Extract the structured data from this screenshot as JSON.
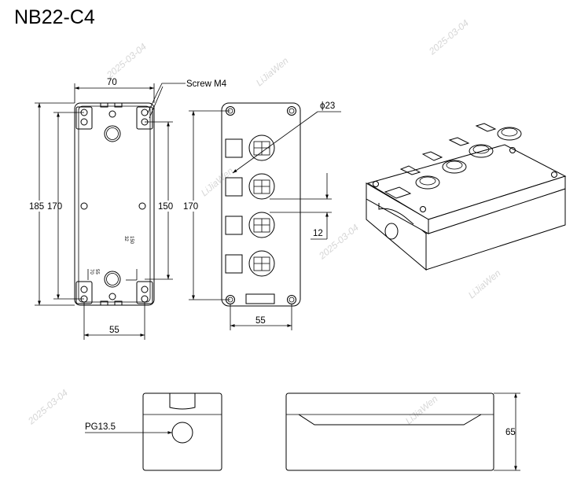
{
  "title": "NB22-C4",
  "labels": {
    "screw": "Screw M4",
    "diameter": "ϕ23",
    "pg": "PG13.5"
  },
  "dimensions": {
    "back_width": "70",
    "back_height_outer": "185",
    "back_height_inner": "170",
    "back_hole_spacing": "150",
    "back_bottom_width": "55",
    "front_height": "170",
    "front_pitch": "12",
    "front_bottom_width": "55",
    "side_height": "65"
  },
  "inner_marks": [
    "150",
    "32",
    "55",
    "70"
  ],
  "watermarks": [
    "2025-03-04",
    "LiJiaWen",
    "2025-03-04",
    "LiJiaWen",
    "2025-03-04",
    "LiJiaWen",
    "2025-03-04",
    "LiJiaWen"
  ]
}
